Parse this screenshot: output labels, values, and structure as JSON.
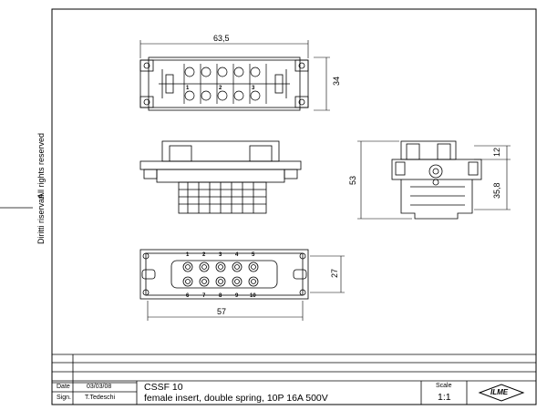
{
  "side_notes": {
    "rights_it": "Diritti riservati",
    "rights_en": "All rights reserved"
  },
  "dimensions": {
    "top_width": "63,5",
    "top_height": "34",
    "side_height": "53",
    "side_small": "12",
    "side_lower": "35,8",
    "bottom_height": "27",
    "bottom_width": "57"
  },
  "pins": {
    "top_row": [
      "1",
      "2",
      "3",
      "4",
      "5"
    ],
    "bottom_row": [
      "6",
      "7",
      "8",
      "9",
      "10"
    ]
  },
  "title_block": {
    "date_label": "Date",
    "date_value": "03/03/08",
    "sign_label": "Sign.",
    "sign_value": "T.Tedeschi",
    "product_code": "CSSF 10",
    "description": "female insert, double spring, 10P 16A 500V",
    "scale_label": "Scale",
    "scale_value": "1:1",
    "logo": "ILME"
  }
}
